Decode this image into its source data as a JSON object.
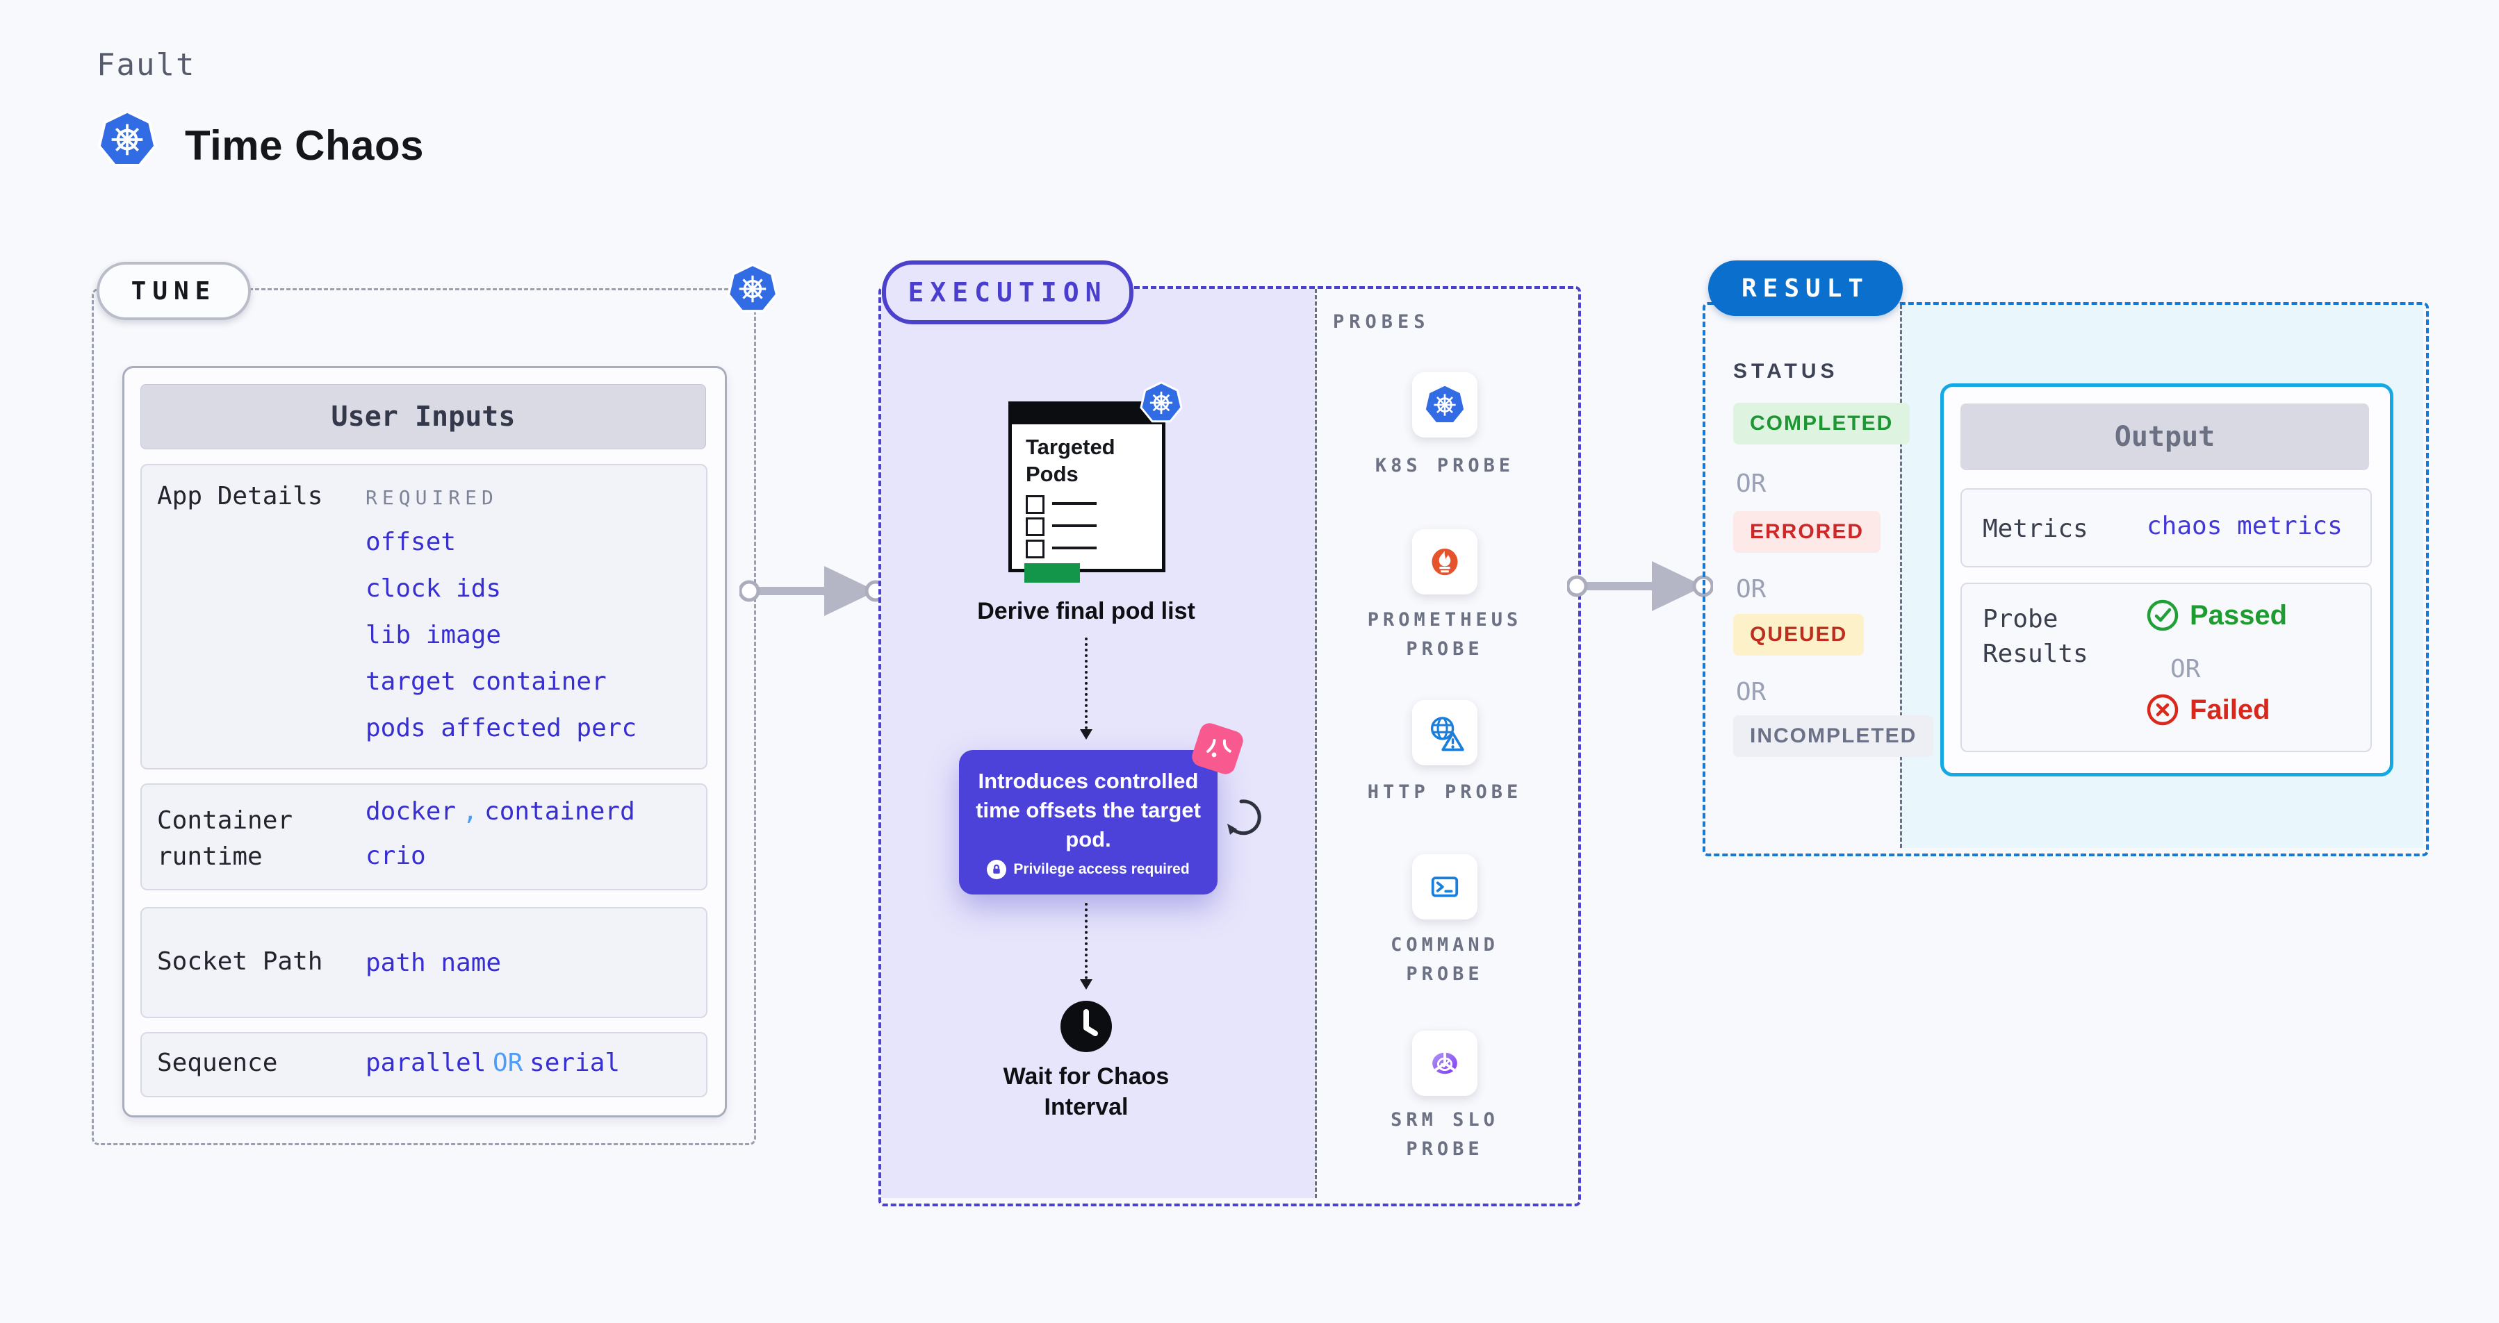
{
  "header": {
    "eyebrow": "Fault",
    "title": "Time Chaos"
  },
  "tune": {
    "badge": "TUNE",
    "user_inputs_title": "User Inputs",
    "app_details": {
      "label": "App Details",
      "required": "REQUIRED",
      "links": [
        "offset",
        "clock ids",
        "lib image",
        "target container",
        "pods affected perc"
      ]
    },
    "container_runtime": {
      "label": "Container\nruntime",
      "value1": "docker",
      "separator": ",",
      "value2": "containerd",
      "value3": "crio"
    },
    "socket_path": {
      "label": "Socket Path",
      "value": "path name"
    },
    "sequence": {
      "label": "Sequence",
      "value1": "parallel",
      "or": "OR",
      "value2": "serial"
    }
  },
  "execution": {
    "badge": "EXECUTION",
    "targeted_pods": "Targeted\nPods",
    "derive": "Derive final pod list",
    "tooltip": {
      "text": "Introduces controlled time offsets the target pod.",
      "note": "Privilege access required"
    },
    "wait": "Wait for Chaos\nInterval"
  },
  "probes": {
    "title": "PROBES",
    "items": [
      {
        "icon": "kubernetes-icon",
        "label": "K8S PROBE"
      },
      {
        "icon": "prometheus-icon",
        "label": "PROMETHEUS\nPROBE"
      },
      {
        "icon": "http-globe-icon",
        "label": "HTTP PROBE"
      },
      {
        "icon": "terminal-icon",
        "label": "COMMAND\nPROBE"
      },
      {
        "icon": "slo-pie-icon",
        "label": "SRM SLO\nPROBE"
      }
    ]
  },
  "result": {
    "badge": "RESULT",
    "status_title": "STATUS",
    "or": "OR",
    "statuses": {
      "completed": {
        "label": "COMPLETED",
        "fg": "#1d9734",
        "bg": "#dff4e0"
      },
      "errored": {
        "label": "ERRORED",
        "fg": "#cd2727",
        "bg": "#fce9e8"
      },
      "queued": {
        "label": "QUEUED",
        "fg": "#bd2e1e",
        "bg": "#fcf1c9"
      },
      "incompleted": {
        "label": "INCOMPLETED",
        "fg": "#6b7186",
        "bg": "#edeff5"
      }
    },
    "output": {
      "title": "Output",
      "metrics_label": "Metrics",
      "metrics_value": "chaos metrics",
      "probe_results_label": "Probe\nResults",
      "passed": "Passed",
      "or": "OR",
      "failed": "Failed"
    }
  },
  "colors": {
    "accent_indigo": "#4b41cc",
    "link_indigo": "#382fd2",
    "light_blue": "#4f9cf6",
    "result_blue": "#0b70cd",
    "output_border_cyan": "#14a9e2",
    "execution_fill": "#e7e5fb",
    "result_fill": "#e9f6fc",
    "passed_green": "#1f9c2f",
    "failed_red": "#d6281c",
    "prometheus_orange": "#e6522c",
    "kubernetes_blue": "#326ce5",
    "pink_mark": "#f85a8f",
    "green_bar": "#13954a"
  }
}
